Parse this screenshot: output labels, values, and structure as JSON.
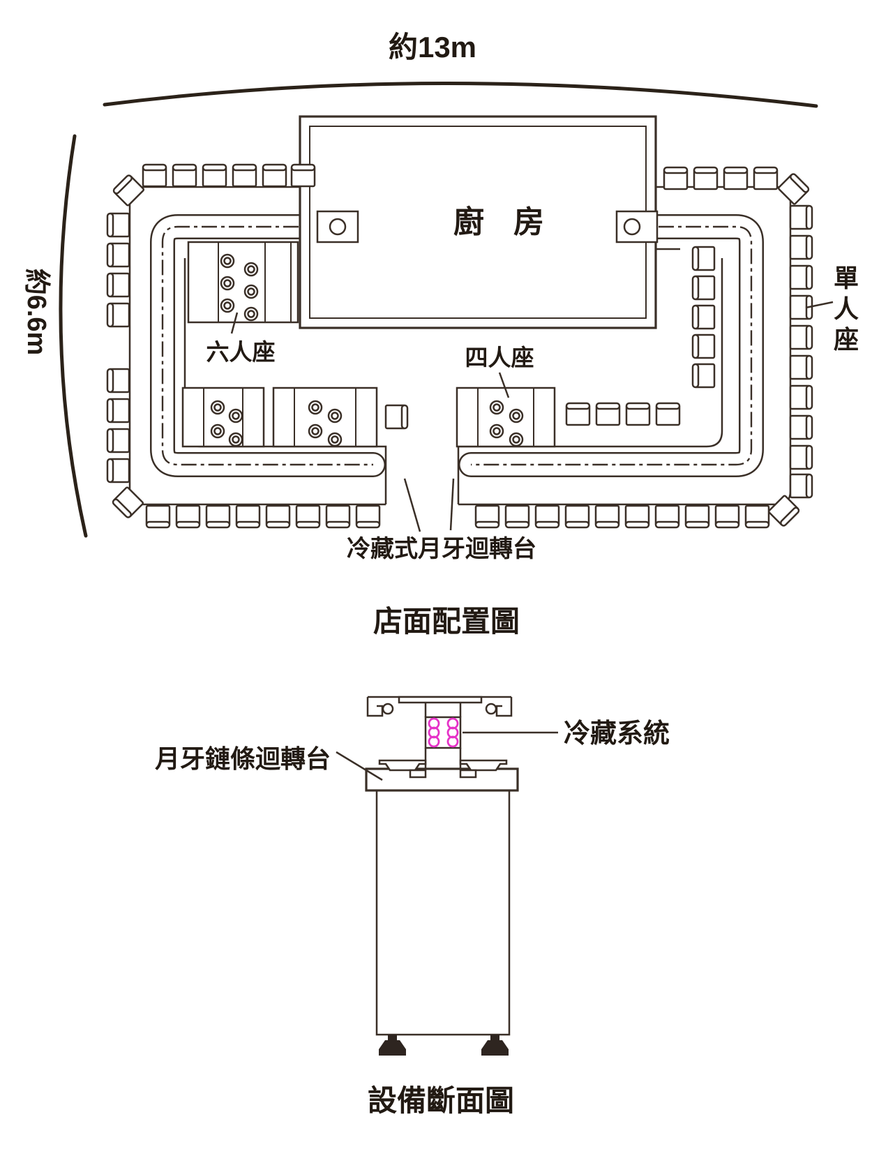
{
  "floor_plan": {
    "dimension_top": "約13m",
    "dimension_left": "約6.6m",
    "kitchen_chars": [
      "廚",
      "房"
    ],
    "labels": {
      "six_seat": "六人座",
      "four_seat": "四人座",
      "single_seat_chars": [
        "單",
        "人",
        "座"
      ],
      "conveyor": "冷藏式月牙迴轉台"
    },
    "caption": "店面配置圖"
  },
  "section_view": {
    "labels": {
      "conveyor": "月牙鏈條迴轉台",
      "refrigeration": "冷藏系統"
    },
    "caption": "設備斷面圖"
  },
  "colors": {
    "line": "#3A2F27",
    "text": "#221A13",
    "coil": "#E632C8"
  }
}
